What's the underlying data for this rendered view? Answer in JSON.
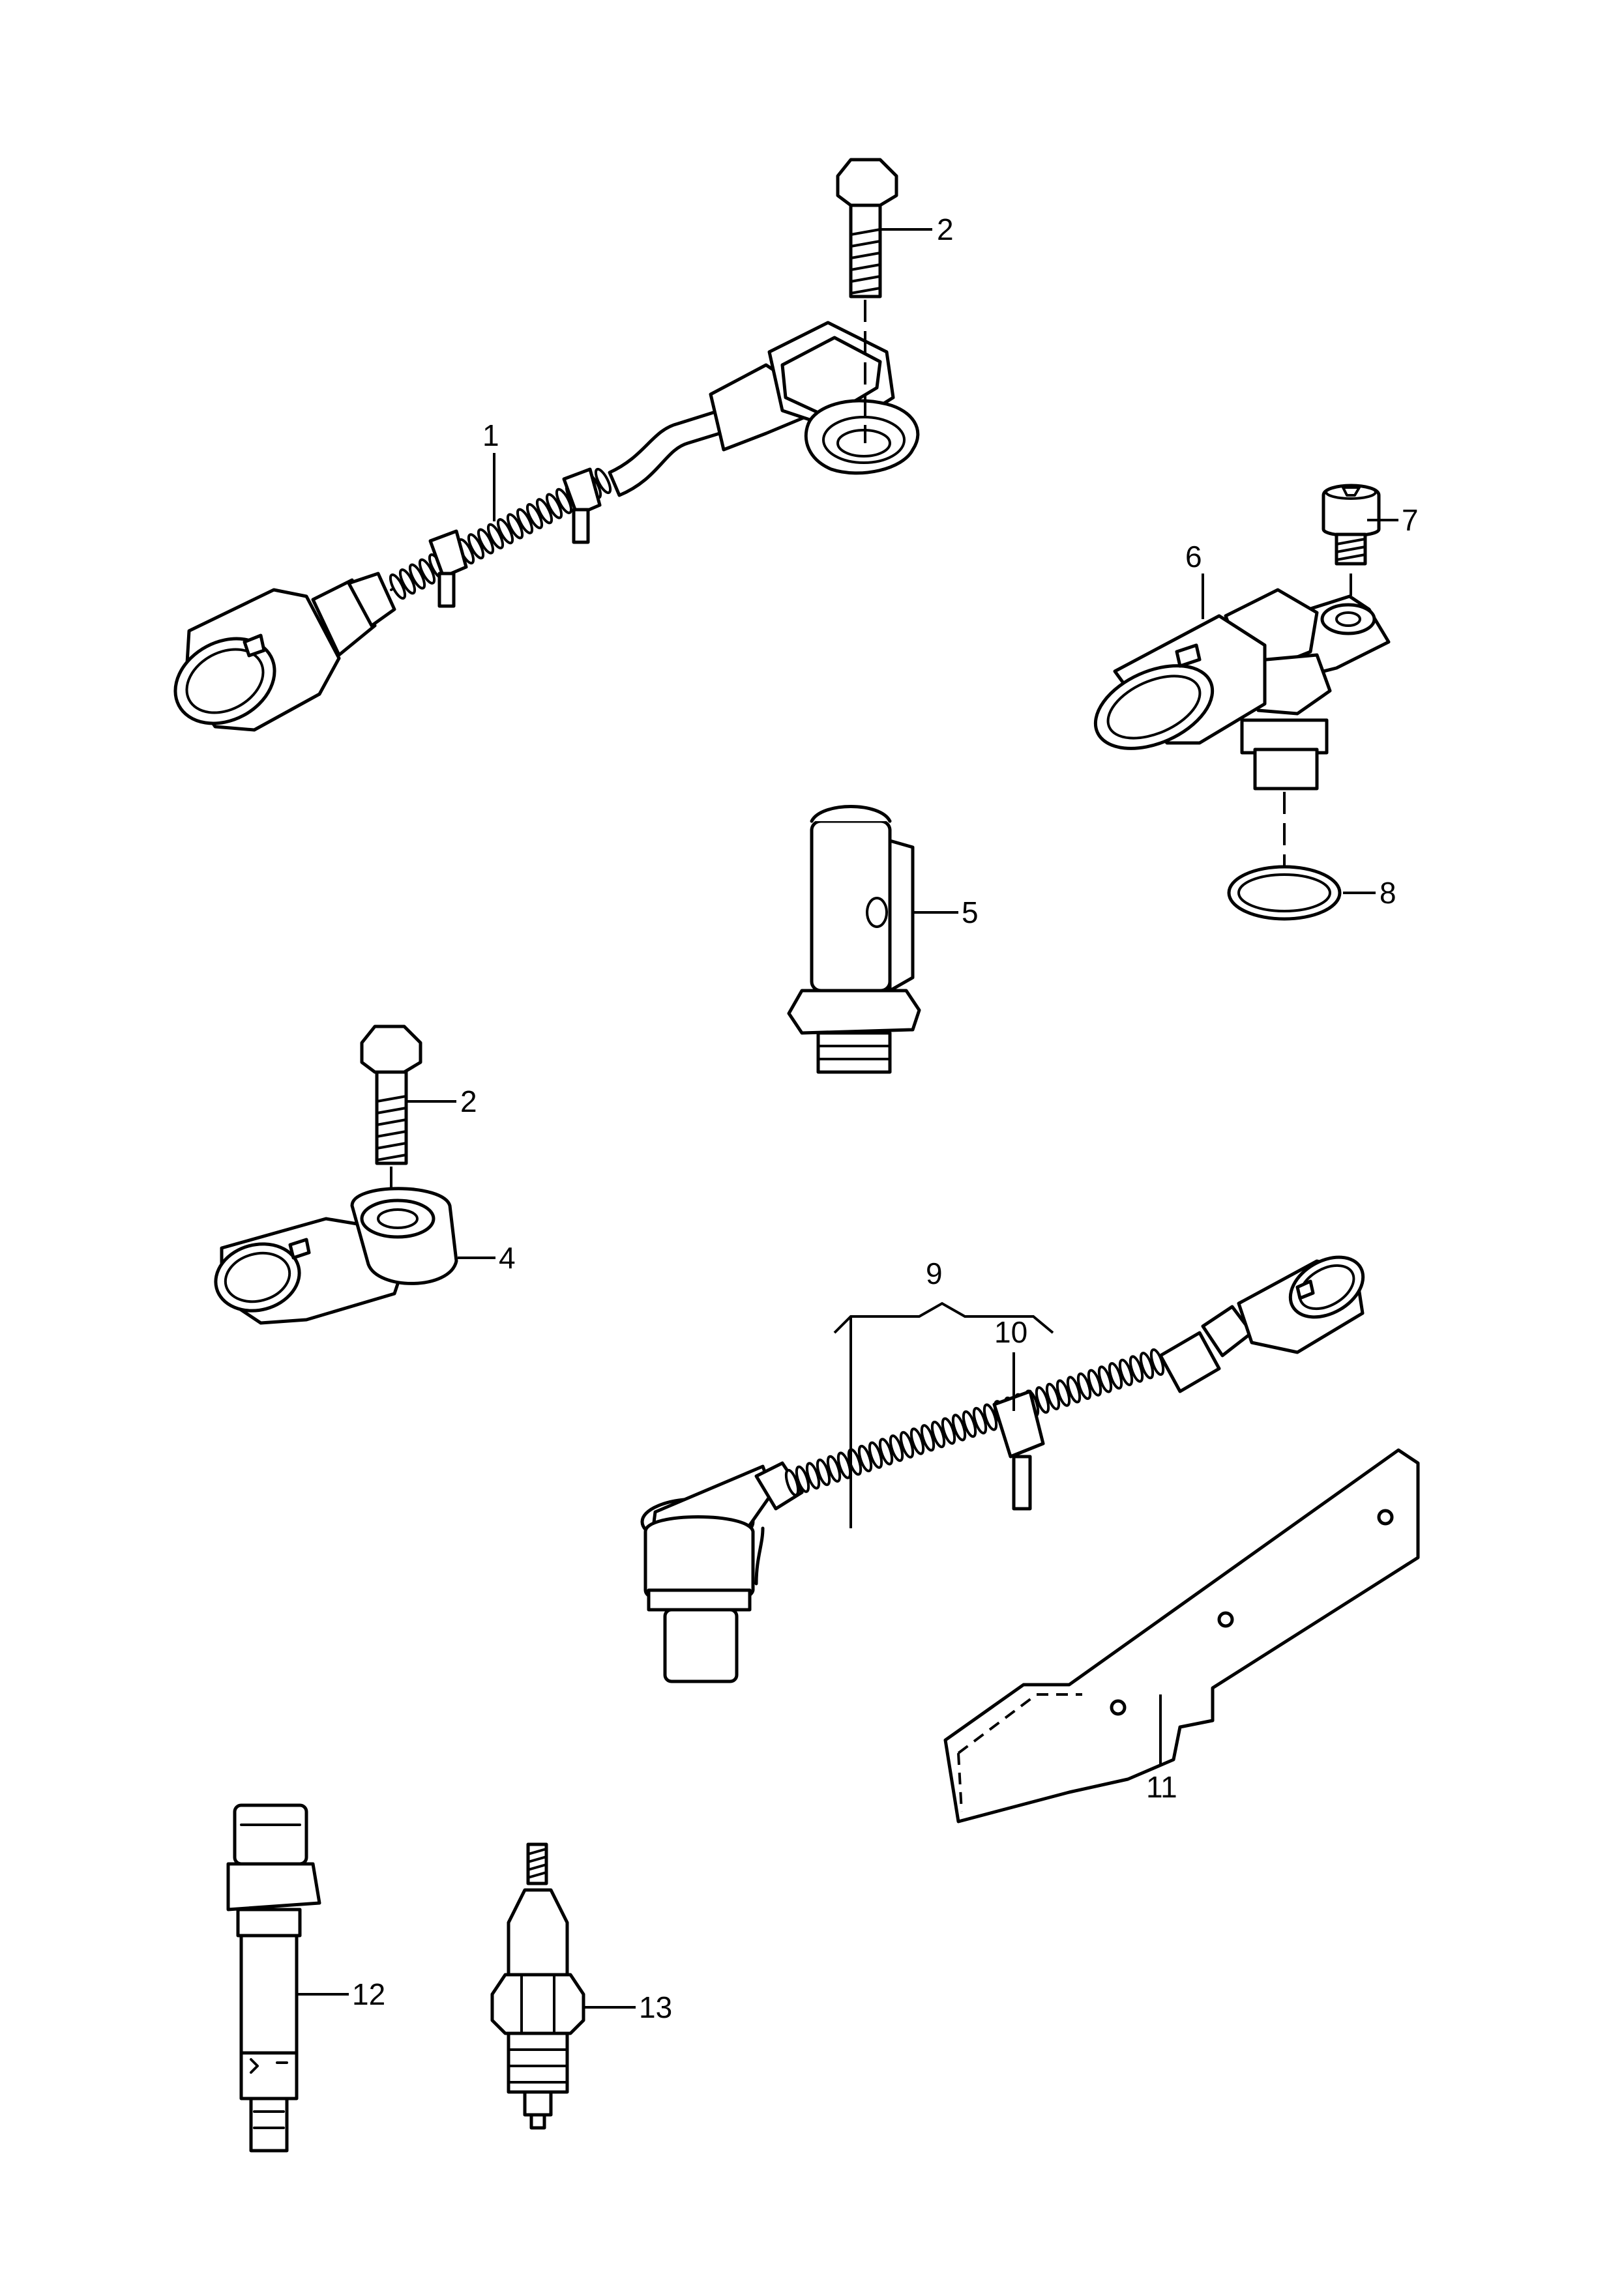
{
  "diagram": {
    "callouts": [
      {
        "id": "c1",
        "label": "1"
      },
      {
        "id": "c2a",
        "label": "2"
      },
      {
        "id": "c2b",
        "label": "2"
      },
      {
        "id": "c4",
        "label": "4"
      },
      {
        "id": "c5",
        "label": "5"
      },
      {
        "id": "c6",
        "label": "6"
      },
      {
        "id": "c7",
        "label": "7"
      },
      {
        "id": "c8",
        "label": "8"
      },
      {
        "id": "c9",
        "label": "9"
      },
      {
        "id": "c10",
        "label": "10"
      },
      {
        "id": "c11",
        "label": "11"
      },
      {
        "id": "c12",
        "label": "12"
      },
      {
        "id": "c13",
        "label": "13"
      }
    ]
  }
}
